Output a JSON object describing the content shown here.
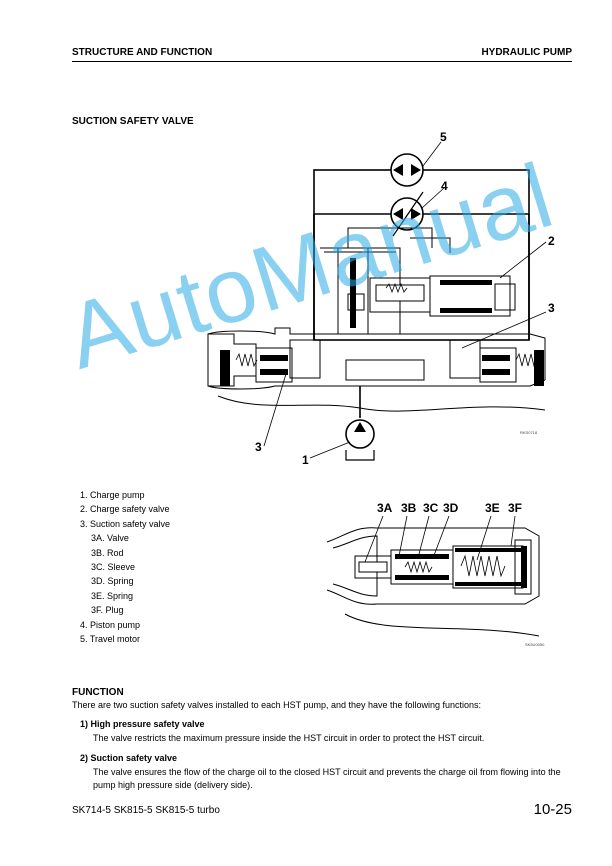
{
  "header": {
    "left": "STRUCTURE AND FUNCTION",
    "right": "HYDRAULIC PUMP"
  },
  "section_title": "SUCTION SAFETY VALVE",
  "figure1": {
    "labels": [
      "5",
      "4",
      "2",
      "3",
      "3",
      "1"
    ],
    "code": "RKS0718"
  },
  "figure2": {
    "labels": [
      "3A",
      "3B",
      "3C",
      "3D",
      "3E",
      "3F"
    ],
    "code": "SK5U0050"
  },
  "parts": [
    "1.  Charge pump",
    "2.  Charge safety valve",
    "3.  Suction safety valve",
    "3A.  Valve",
    "3B.  Rod",
    "3C.  Sleeve",
    "3D.  Spring",
    "3E.  Spring",
    "3F.  Plug",
    "4.  Piston pump",
    "5.  Travel motor"
  ],
  "function": {
    "title": "FUNCTION",
    "intro": "There are two suction safety valves installed to each HST pump, and they have the following functions:",
    "items": [
      {
        "title": "1)  High pressure safety valve",
        "body": "The valve restricts the maximum pressure inside the HST circuit in order to protect the HST circuit."
      },
      {
        "title": "2)  Suction safety valve",
        "body": "The valve ensures the flow of the charge oil to the closed HST circuit and prevents the charge oil from flowing into the pump high pressure side (delivery side)."
      }
    ]
  },
  "footer": {
    "models": "SK714-5  SK815-5  SK815-5 turbo",
    "page": "10-25"
  },
  "watermark": "AutoManual"
}
